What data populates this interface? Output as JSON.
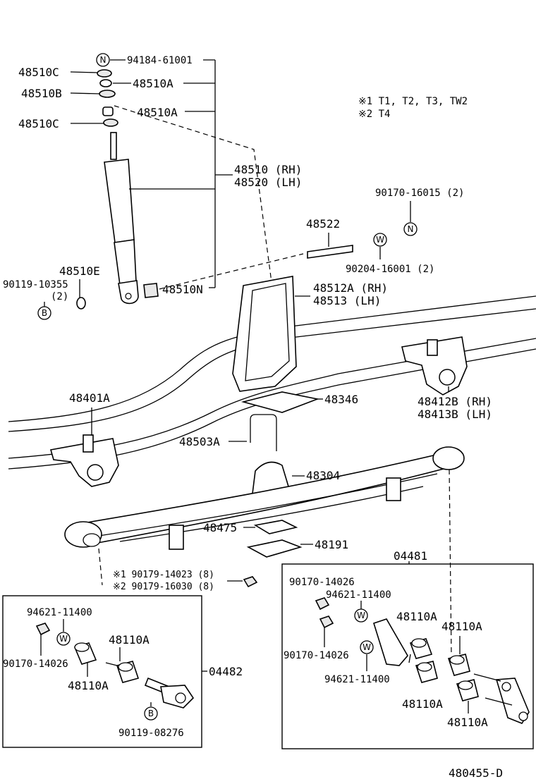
{
  "notes": {
    "line1": "※1 T1, T2, T3, TW2",
    "line2": "※2 T4"
  },
  "symbols": {
    "n": "N",
    "w": "W",
    "b": "B"
  },
  "labels": {
    "p94184": "94184-61001",
    "p48510C_top": "48510C",
    "p48510A_1": "48510A",
    "p48510B": "48510B",
    "p48510A_2": "48510A",
    "p48510C_bot": "48510C",
    "p48510": "48510 (RH)",
    "p48520": "48520 (LH)",
    "p90170_16015": "90170-16015 (2)",
    "p48522": "48522",
    "p90204": "90204-16001 (2)",
    "p48510E": "48510E",
    "p90119_10355": "90119-10355",
    "p90119_qty": "(2)",
    "p48510N": "48510N",
    "p48512A": "48512A (RH)",
    "p48513": "48513   (LH)",
    "p48401A": "48401A",
    "p48346": "48346",
    "p48412B": "48412B (RH)",
    "p48413B": "48413B (LH)",
    "p48503A": "48503A",
    "p48304": "48304",
    "p48475": "48475",
    "p48191": "48191",
    "p04481": "04481",
    "p90179_14023": "※1 90179-14023 (8)",
    "p90179_16030": "※2 90179-16030 (8)",
    "p04482": "04482",
    "l_94621": "94621-11400",
    "l_90170": "90170-14026",
    "l_48110A_a": "48110A",
    "l_48110A_b": "48110A",
    "p90119_08276": "90119-08276",
    "r_90170_a": "90170-14026",
    "r_94621_a": "94621-11400",
    "r_48110A_a": "48110A",
    "r_48110A_b": "48110A",
    "r_90170_b": "90170-14026",
    "r_94621_b": "94621-11400",
    "r_48110A_c": "48110A",
    "r_48110A_d": "48110A",
    "diagram_id": "480455-D"
  }
}
